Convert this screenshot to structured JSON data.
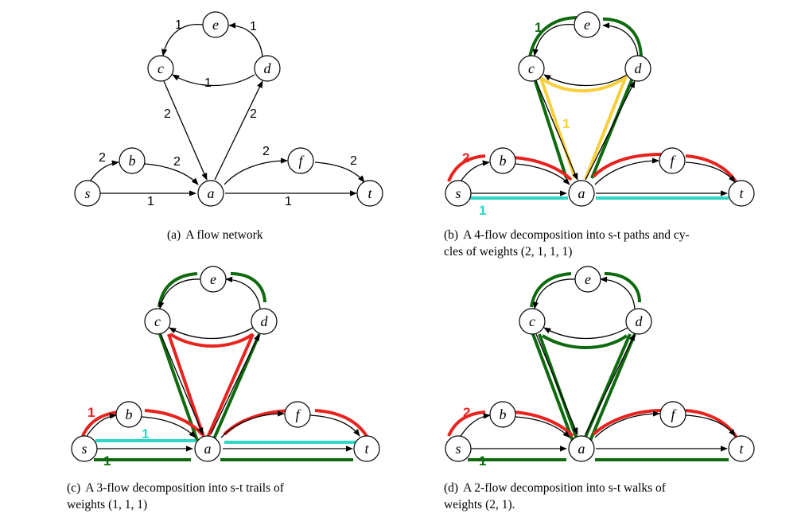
{
  "colors": {
    "black": "#000000",
    "red": "#e8231f",
    "green": "#0f6a0f",
    "yellow": "#f7cf3a",
    "cyan": "#30d6c6"
  },
  "panels": [
    {
      "id": "a",
      "caption_label": "(a)",
      "caption_lines": [
        "A flow network"
      ],
      "nodes": [
        "s",
        "b",
        "a",
        "c",
        "d",
        "e",
        "f",
        "t"
      ],
      "weights": [
        {
          "edge": "e-c",
          "text": "1"
        },
        {
          "edge": "d-e",
          "text": "1"
        },
        {
          "edge": "d-c",
          "text": "1"
        },
        {
          "edge": "c-a",
          "text": "2"
        },
        {
          "edge": "a-d",
          "text": "2"
        },
        {
          "edge": "s-b",
          "text": "2"
        },
        {
          "edge": "b-a",
          "text": "2"
        },
        {
          "edge": "a-f",
          "text": "2"
        },
        {
          "edge": "f-t",
          "text": "2"
        },
        {
          "edge": "s-a",
          "text": "1"
        },
        {
          "edge": "a-t",
          "text": "1"
        }
      ],
      "highlights": []
    },
    {
      "id": "b",
      "caption_label": "(b)",
      "caption_lines": [
        "A 4-flow decomposition into s-t paths and cy-",
        "cles of weights (2, 1, 1, 1)"
      ],
      "nodes": [
        "s",
        "b",
        "a",
        "c",
        "d",
        "e",
        "f",
        "t"
      ],
      "highlights": [
        {
          "color": "red",
          "weight": "2",
          "route": "s-b-a-f-t"
        },
        {
          "color": "cyan",
          "weight": "1",
          "route": "s-a-t"
        },
        {
          "color": "yellow",
          "weight": "1",
          "route": "a-d-c-a"
        },
        {
          "color": "green",
          "weight": "1",
          "route": "a-d-e-c-a"
        }
      ]
    },
    {
      "id": "c",
      "caption_label": "(c)",
      "caption_lines": [
        "A 3-flow decomposition into s-t trails of",
        "weights (1, 1, 1)"
      ],
      "nodes": [
        "s",
        "b",
        "a",
        "c",
        "d",
        "e",
        "f",
        "t"
      ],
      "highlights": [
        {
          "color": "red",
          "weight": "1",
          "route": "s-b-a-d-c-a-f-t"
        },
        {
          "color": "cyan",
          "weight": "1",
          "route": "s-a-t"
        },
        {
          "color": "green",
          "weight": "1",
          "route": "s-a-d-e-c-a-t"
        }
      ]
    },
    {
      "id": "d",
      "caption_label": "(d)",
      "caption_lines": [
        "A 2-flow decomposition into s-t walks of",
        "weights (2, 1)."
      ],
      "nodes": [
        "s",
        "b",
        "a",
        "c",
        "d",
        "e",
        "f",
        "t"
      ],
      "highlights": [
        {
          "color": "red",
          "weight": "2",
          "route": "s-b-a-f-t"
        },
        {
          "color": "green",
          "weight": "1",
          "route": "s-a-d-e-c-a-d-c-a-t"
        }
      ]
    }
  ]
}
